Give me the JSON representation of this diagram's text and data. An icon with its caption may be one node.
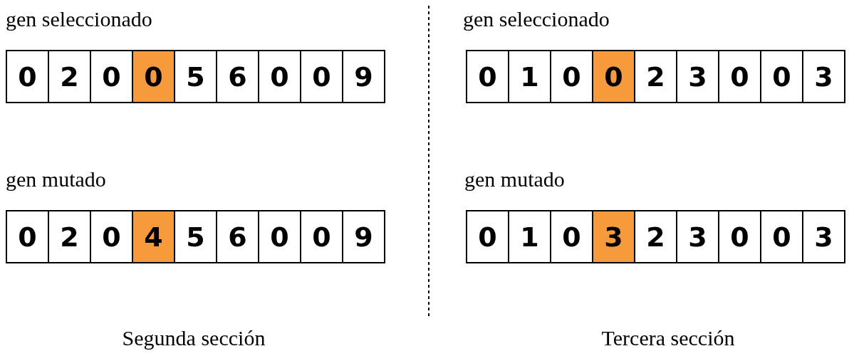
{
  "diagram": {
    "nodes": [
      {
        "text": [
          "0"
        ]
      },
      {
        "text": [
          "2"
        ]
      },
      {
        "text": [
          "0"
        ]
      },
      {
        "text": [
          "0"
        ]
      },
      {
        "text": [
          "5"
        ]
      },
      {
        "text": [
          "6"
        ]
      },
      {
        "text": [
          "0"
        ]
      },
      {
        "text": [
          "0"
        ]
      },
      {
        "text": [
          "9"
        ]
      },
      {
        "text": [
          "0"
        ]
      },
      {
        "text": [
          "1"
        ]
      },
      {
        "text": [
          "0"
        ]
      },
      {
        "text": [
          "0"
        ]
      },
      {
        "text": [
          "2"
        ]
      },
      {
        "text": [
          "3"
        ]
      },
      {
        "text": [
          "0"
        ]
      },
      {
        "text": [
          "0"
        ]
      },
      {
        "text": [
          "3"
        ]
      },
      {
        "text": [
          "0"
        ]
      },
      {
        "text": [
          "2"
        ]
      },
      {
        "text": [
          "0"
        ]
      },
      {
        "text": [
          "4"
        ]
      },
      {
        "text": [
          "5"
        ]
      },
      {
        "text": [
          "6"
        ]
      },
      {
        "text": [
          "0"
        ]
      },
      {
        "text": [
          "0"
        ]
      },
      {
        "text": [
          "9"
        ]
      },
      {
        "text": [
          "0"
        ]
      },
      {
        "text": [
          "1"
        ]
      },
      {
        "text": [
          "0"
        ]
      },
      {
        "text": [
          "3"
        ]
      },
      {
        "text": [
          "2"
        ]
      },
      {
        "text": [
          "3"
        ]
      },
      {
        "text": [
          "0"
        ]
      },
      {
        "text": [
          "0"
        ]
      },
      {
        "text": [
          "3"
        ]
      }
    ],
    "labels": [
      "gen seleccionado",
      "gen seleccionado",
      "gen mutado",
      "gen mutado",
      "Segunda sección",
      "Tercera sección"
    ]
  }
}
